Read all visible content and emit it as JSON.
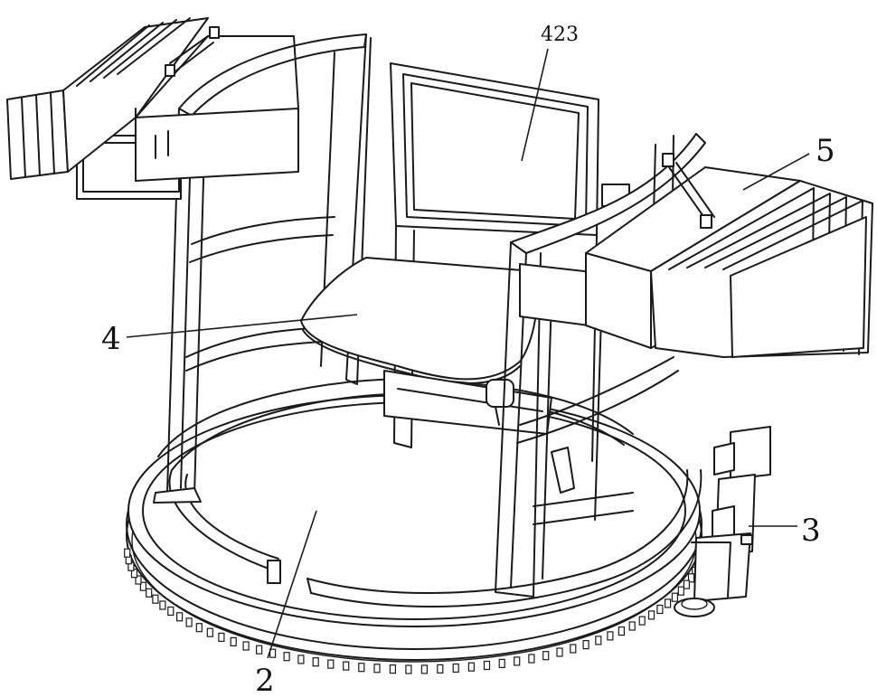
{
  "labels": {
    "part_2": "2",
    "part_3": "3",
    "part_4": "4",
    "part_423": "423",
    "part_5": "5"
  }
}
